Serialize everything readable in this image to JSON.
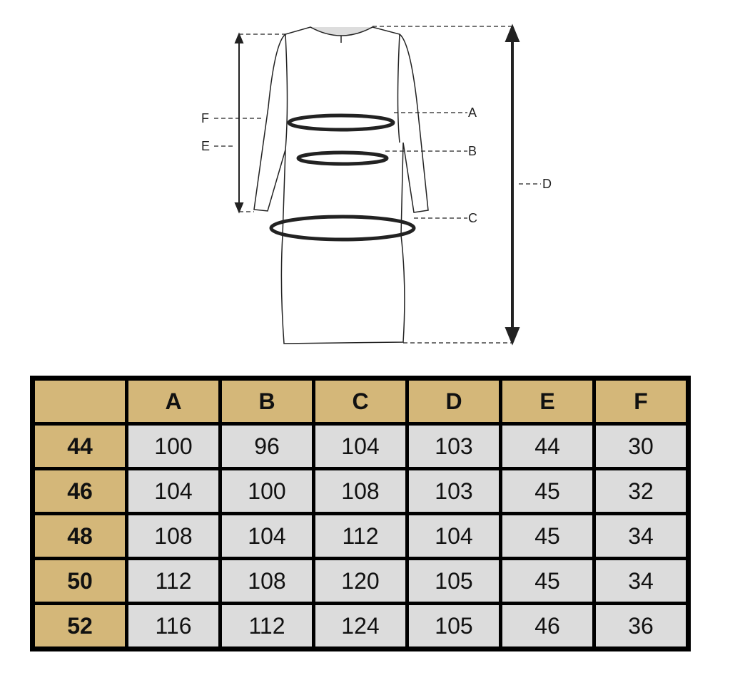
{
  "diagram": {
    "labels": [
      "A",
      "B",
      "C",
      "D",
      "E",
      "F"
    ]
  },
  "table": {
    "columns": [
      "",
      "A",
      "B",
      "C",
      "D",
      "E",
      "F"
    ],
    "rows": [
      {
        "size": "44",
        "values": [
          "100",
          "96",
          "104",
          "103",
          "44",
          "30"
        ]
      },
      {
        "size": "46",
        "values": [
          "104",
          "100",
          "108",
          "103",
          "45",
          "32"
        ]
      },
      {
        "size": "48",
        "values": [
          "108",
          "104",
          "112",
          "104",
          "45",
          "34"
        ]
      },
      {
        "size": "50",
        "values": [
          "112",
          "108",
          "120",
          "105",
          "45",
          "34"
        ]
      },
      {
        "size": "52",
        "values": [
          "116",
          "112",
          "124",
          "105",
          "46",
          "36"
        ]
      }
    ]
  },
  "colors": {
    "header": "#D4B779",
    "cell": "#DCDCDC",
    "border": "#000000"
  }
}
